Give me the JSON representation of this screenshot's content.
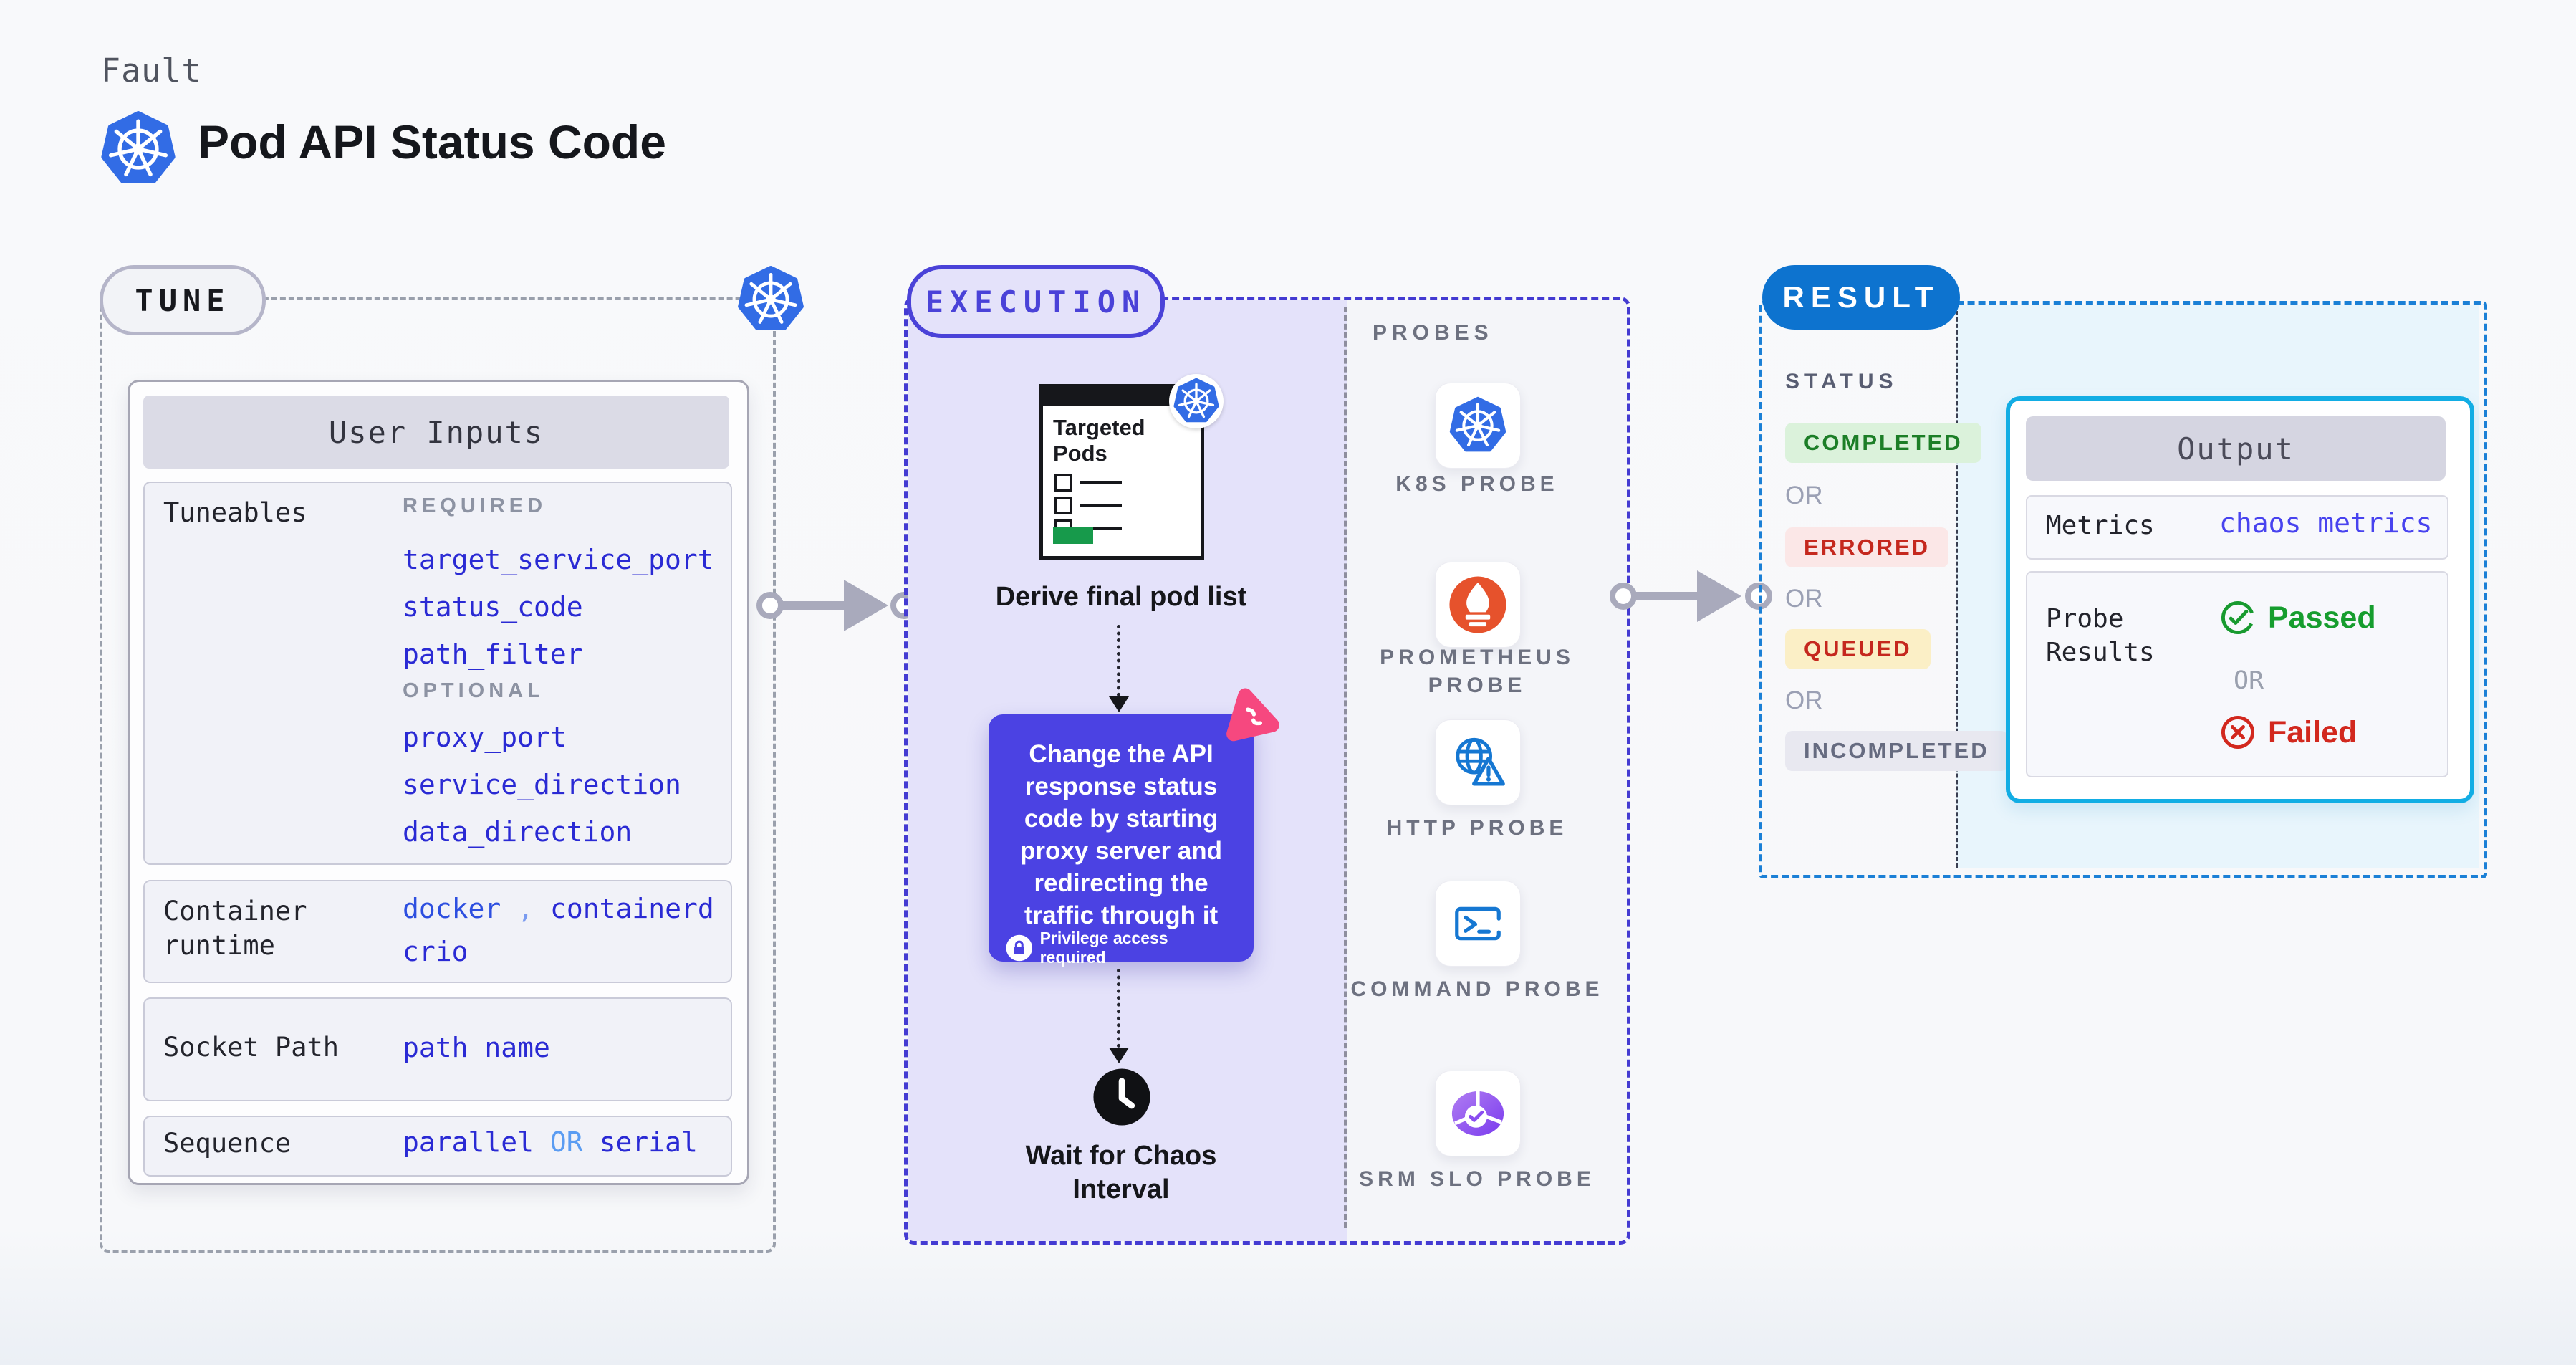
{
  "header": {
    "kicker": "Fault",
    "title": "Pod API Status Code"
  },
  "tune": {
    "badge": "TUNE",
    "user_inputs": {
      "title": "User Inputs",
      "tuneables": {
        "label": "Tuneables",
        "required_label": "REQUIRED",
        "required": [
          "target_service_port",
          "status_code",
          "path_filter"
        ],
        "optional_label": "OPTIONAL",
        "optional": [
          "proxy_port",
          "service_direction",
          "data_direction"
        ]
      },
      "container_runtime": {
        "label": "Container runtime",
        "value1": "docker",
        "separator": ",",
        "value2": "containerd",
        "value3": "crio"
      },
      "socket_path": {
        "label": "Socket Path",
        "value": "path name"
      },
      "sequence": {
        "label": "Sequence",
        "value1": "parallel",
        "or": "OR",
        "value2": "serial"
      }
    }
  },
  "execution": {
    "badge": "EXECUTION",
    "targeted_pods": {
      "title": "Targeted Pods"
    },
    "derive_caption": "Derive final pod list",
    "action_text": "Change the API response status code by starting proxy server and redirecting the traffic through it",
    "privilege_note": "Privilege access required",
    "wait_caption": "Wait for Chaos Interval",
    "probes": {
      "label": "PROBES",
      "items": [
        "K8S PROBE",
        "PROMETHEUS PROBE",
        "HTTP PROBE",
        "COMMAND PROBE",
        "SRM SLO PROBE"
      ]
    }
  },
  "result": {
    "badge": "RESULT",
    "status": {
      "label": "STATUS",
      "or": "OR",
      "badges": [
        "COMPLETED",
        "ERRORED",
        "QUEUED",
        "INCOMPLETED"
      ]
    },
    "output": {
      "title": "Output",
      "metrics_label": "Metrics",
      "metrics_value": "chaos metrics",
      "probe_results_label": "Probe Results",
      "passed": "Passed",
      "or": "OR",
      "failed": "Failed"
    }
  },
  "colors": {
    "kubernetes_blue": "#326CE5",
    "execution_indigo": "#4a42d8",
    "action_purple": "#4b42e3",
    "result_blue": "#0d73cf",
    "output_border_cyan": "#12ade4",
    "tuneable_indigo": "#2a2ad4",
    "completed_green": "#1c7e27",
    "errored_red": "#c5281e",
    "queued_bg": "#fbefc6",
    "passed_green": "#169d2e",
    "failed_red": "#d2281e",
    "prometheus_orange": "#e6522c",
    "chaos_pink": "#f6487f",
    "pod_button_green": "#179a4b"
  }
}
